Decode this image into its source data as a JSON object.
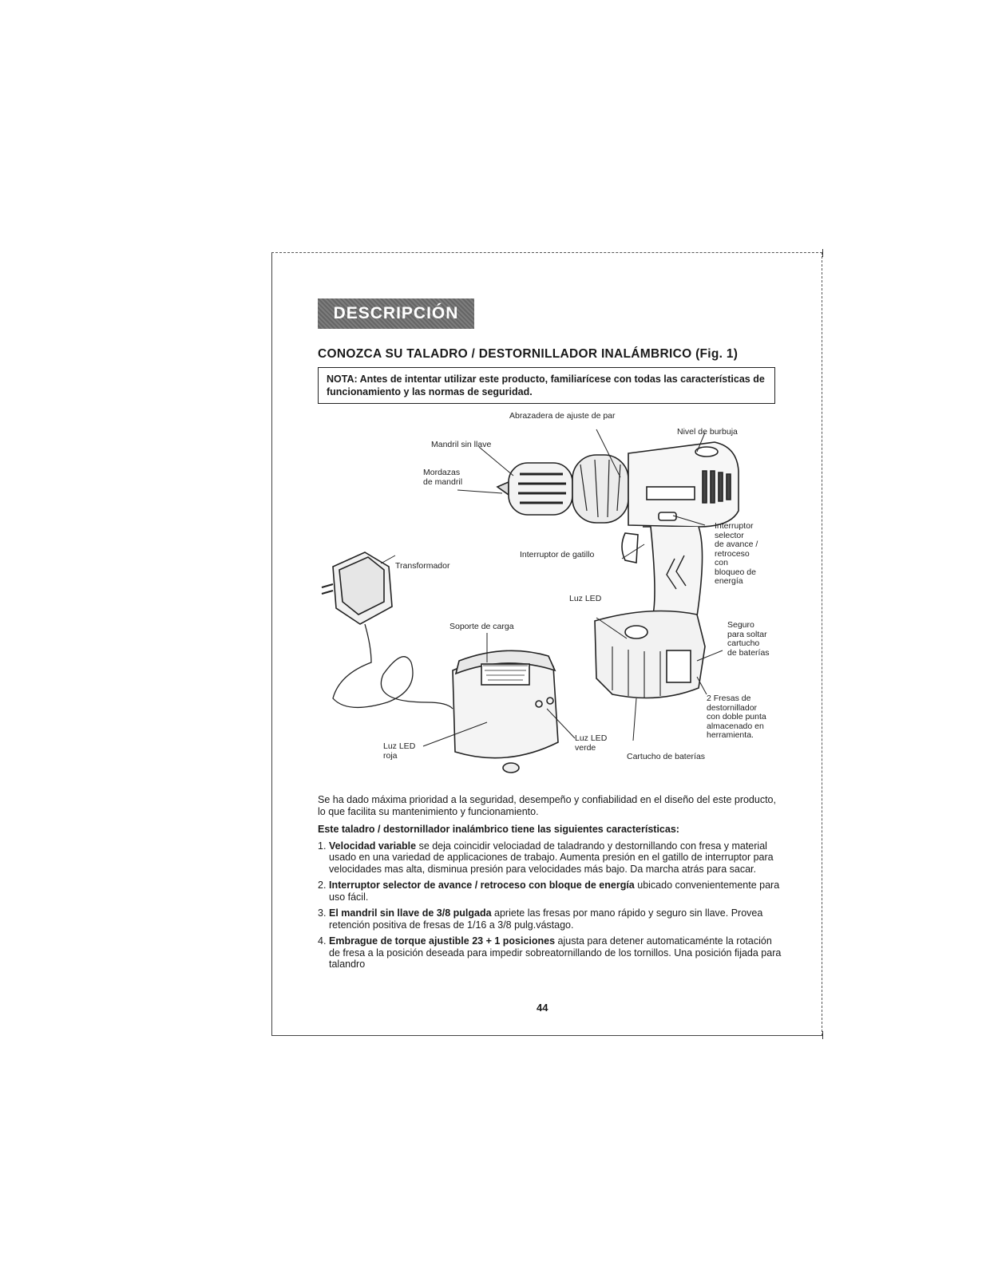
{
  "banner": "DESCRIPCIÓN",
  "heading": "CONOZCA SU TALADRO / DESTORNILLADOR INALÁMBRICO (Fig. 1)",
  "note": "NOTA: Antes de intentar utilizar este producto, familiarícese con todas las características de funcionamiento y las normas de seguridad.",
  "figure_labels": {
    "abrazadera": "Abrazadera de ajuste de par",
    "nivel": "Nivel de burbuja",
    "mandril": "Mandril sin llave",
    "mordazas": "Mordazas\nde mandril",
    "interruptor_selector": "Interruptor\nselector\nde avance /\nretroceso\ncon\nbloqueo de\nenergía",
    "interruptor_gatillo": "Interruptor de gatillo",
    "transformador": "Transformador",
    "luz_led_top": "Luz LED",
    "soporte": "Soporte de carga",
    "seguro": "Seguro\npara soltar\ncartucho\nde baterías",
    "fresas": "2 Fresas de\ndestornillador\ncon doble punta\nalmacenado en\nherramienta.",
    "luz_led_roja": "Luz LED\nroja",
    "luz_led_verde": "Luz LED\nverde",
    "cartucho": "Cartucho de baterías"
  },
  "intro": "Se ha dado máxima prioridad a la seguridad, desempeño y confiabilidad en el diseño del este producto, lo que facilita su mantenimiento y funcionamiento.",
  "lead": "Este taladro / destornillador inalámbrico tiene las siguientes características:",
  "features": [
    {
      "num": "1.",
      "bold": "Velocidad variable",
      "text": " se deja coincidir velociadad de taladrando y destornillando con fresa y material usado en una variedad de applicaciones de trabajo. Aumenta presión en el gatillo de interruptor para velocidades mas alta, disminua presión para velocidades más bajo. Da marcha atrás para sacar."
    },
    {
      "num": "2.",
      "bold": "Interruptor selector de avance / retroceso con bloque de energía",
      "text": " ubicado convenientemente para uso fácil."
    },
    {
      "num": "3.",
      "bold": "El mandril sin llave de 3/8 pulgada",
      "text": " apriete las fresas por mano rápido y seguro sin llave. Provea retención positiva de fresas de 1/16 a 3/8 pulg.vástago."
    },
    {
      "num": "4.",
      "bold": "Embrague de torque ajustible 23 + 1 posiciones",
      "text": " ajusta para detener automaticaménte la rotación de fresa a la posición deseada para impedir sobreatornillando de los tornillos. Una posición fijada para talandro"
    }
  ],
  "page_number": "44"
}
